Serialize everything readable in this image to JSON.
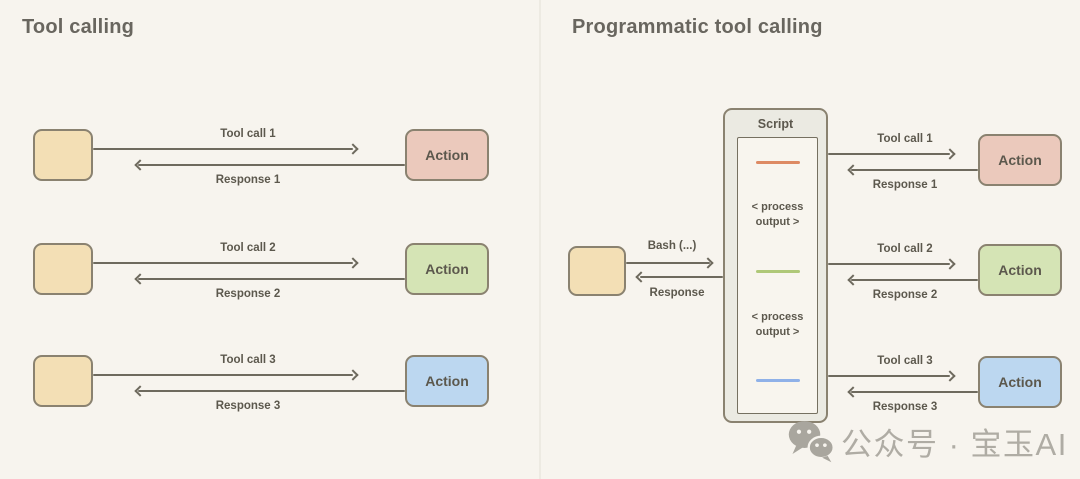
{
  "page": {
    "background": "#F7F4EE",
    "divider_color": "#EDEAE2"
  },
  "left_panel": {
    "title": "Tool calling",
    "agent_fill": "#F3DFB5",
    "rows": [
      {
        "tool_label": "Tool call 1",
        "response_label": "Response 1",
        "action_label": "Action",
        "action_fill": "#EBC9BC"
      },
      {
        "tool_label": "Tool call 2",
        "response_label": "Response 2",
        "action_label": "Action",
        "action_fill": "#D5E4B5"
      },
      {
        "tool_label": "Tool call 3",
        "response_label": "Response 3",
        "action_label": "Action",
        "action_fill": "#BCD7F0"
      }
    ]
  },
  "right_panel": {
    "title": "Programmatic tool calling",
    "agent_fill": "#F3DFB5",
    "bash_label": "Bash (...)",
    "bash_response_label": "Response",
    "script": {
      "title": "Script",
      "process_output_label": "< process output >",
      "line_colors": [
        "#DD8A63",
        "#AFC878",
        "#8FB1E8"
      ]
    },
    "rows": [
      {
        "tool_label": "Tool call 1",
        "response_label": "Response 1",
        "action_label": "Action",
        "action_fill": "#EBC9BC"
      },
      {
        "tool_label": "Tool call 2",
        "response_label": "Response 2",
        "action_label": "Action",
        "action_fill": "#D5E4B5"
      },
      {
        "tool_label": "Tool call 3",
        "response_label": "Response 3",
        "action_label": "Action",
        "action_fill": "#BCD7F0"
      }
    ]
  },
  "watermark": {
    "text": "公众号 · 宝玉AI",
    "icon": "wechat-icon",
    "color": "#AFACA4"
  }
}
